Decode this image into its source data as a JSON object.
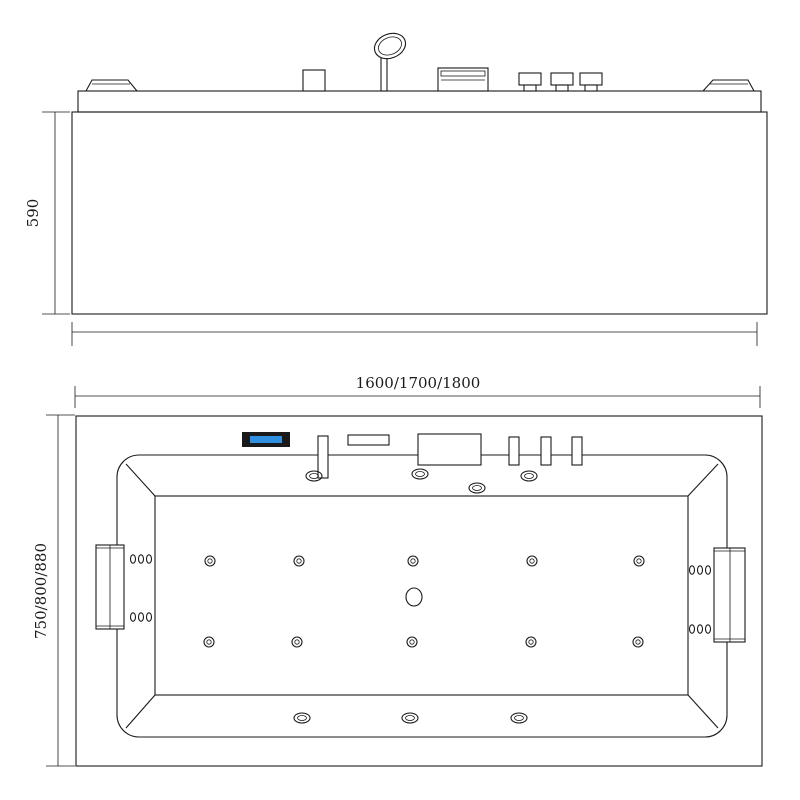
{
  "dimensions": {
    "height": "590",
    "length": "1600/1700/1800",
    "width": "750/800/880"
  },
  "colors": {
    "line": "#1a1a1a",
    "panel_body": "#1a1a1a",
    "panel_screen": "#2f8fe0"
  },
  "icons": {
    "side_view": [
      "headrest-icon",
      "spout-icon",
      "hand-shower-icon",
      "control-panel-icon",
      "valve-knob-icon"
    ],
    "top_view": [
      "display-panel-icon",
      "pillow-icon",
      "jet-icon",
      "drain-icon",
      "air-jet-icon"
    ]
  }
}
